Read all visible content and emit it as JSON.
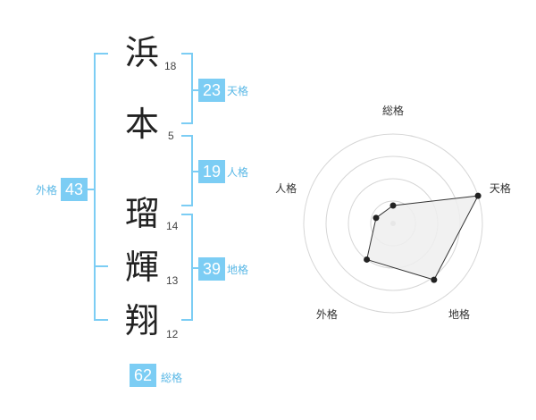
{
  "name": {
    "chars": [
      {
        "char": "浜",
        "strokes": "18"
      },
      {
        "char": "本",
        "strokes": "5"
      },
      {
        "char": "瑠",
        "strokes": "14"
      },
      {
        "char": "輝",
        "strokes": "13"
      },
      {
        "char": "翔",
        "strokes": "12"
      }
    ]
  },
  "fortunes": {
    "tenkaku": {
      "value": "23",
      "label": "天格"
    },
    "jinkaku": {
      "value": "19",
      "label": "人格"
    },
    "chikaku": {
      "value": "39",
      "label": "地格"
    },
    "gaikaku": {
      "value": "43",
      "label": "外格"
    },
    "soukaku": {
      "value": "62",
      "label": "総格"
    }
  },
  "colors": {
    "accent": "#7ccdf4",
    "bracket": "#7ccdf4",
    "label": "#5ab8e6"
  },
  "chart_data": {
    "type": "radar",
    "axes": [
      "総格",
      "天格",
      "地格",
      "外格",
      "人格"
    ],
    "values": [
      0.2,
      1.0,
      0.78,
      0.5,
      0.2
    ],
    "rings": 4,
    "fill": "#eeeeee",
    "stroke": "#333333"
  }
}
